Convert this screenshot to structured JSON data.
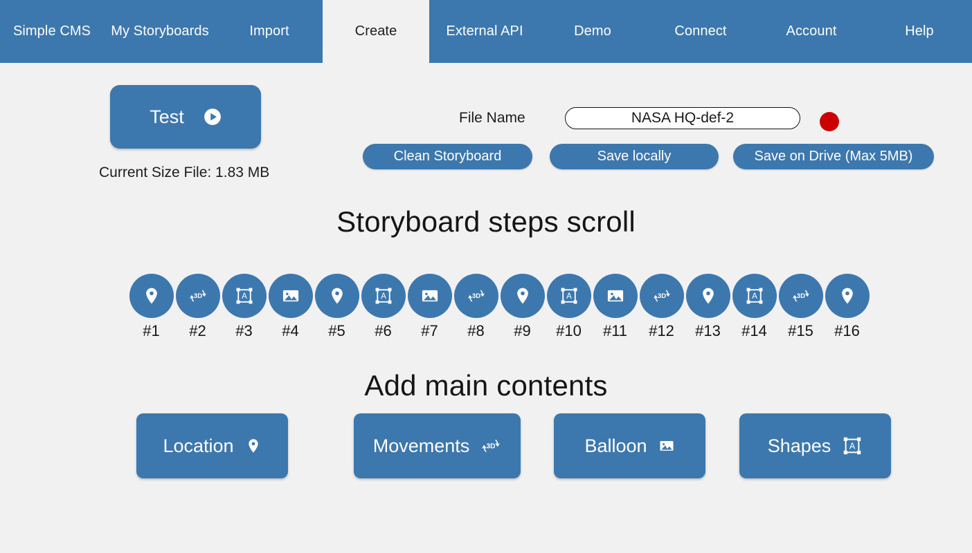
{
  "nav": {
    "items": [
      {
        "label": "Simple CMS",
        "name": "nav-simple-cms",
        "active": false
      },
      {
        "label": "My Storyboards",
        "name": "nav-storyboards",
        "active": false
      },
      {
        "label": "Import",
        "name": "nav-import",
        "active": false
      },
      {
        "label": "Create",
        "name": "nav-create",
        "active": true
      },
      {
        "label": "External API",
        "name": "nav-external-api",
        "active": false
      },
      {
        "label": "Demo",
        "name": "nav-demo",
        "active": false
      },
      {
        "label": "Connect",
        "name": "nav-connect",
        "active": false
      },
      {
        "label": "Account",
        "name": "nav-account",
        "active": false
      },
      {
        "label": "Help",
        "name": "nav-help",
        "active": false
      }
    ]
  },
  "toolbar": {
    "test_label": "Test",
    "test_icon": "play-circle-icon",
    "size_file": "Current Size File:  1.83 MB",
    "filename_label": "File Name",
    "filename_value": "NASA HQ-def-2",
    "filename_placeholder": "File Name",
    "status_dot": "record-status-dot",
    "clean_label": "Clean Storyboard",
    "save_local_label": "Save locally",
    "save_drive_label": "Save on Drive (Max 5MB)"
  },
  "sections": {
    "steps_title": "Storyboard steps scroll",
    "contents_title": "Add main contents"
  },
  "steps": [
    {
      "label": "#1",
      "icon": "location-pin-icon"
    },
    {
      "label": "#2",
      "icon": "movement-3d-icon"
    },
    {
      "label": "#3",
      "icon": "shapes-text-icon"
    },
    {
      "label": "#4",
      "icon": "image-icon"
    },
    {
      "label": "#5",
      "icon": "location-pin-icon"
    },
    {
      "label": "#6",
      "icon": "shapes-text-icon"
    },
    {
      "label": "#7",
      "icon": "image-icon"
    },
    {
      "label": "#8",
      "icon": "movement-3d-icon"
    },
    {
      "label": "#9",
      "icon": "location-pin-icon"
    },
    {
      "label": "#10",
      "icon": "shapes-text-icon"
    },
    {
      "label": "#11",
      "icon": "image-icon"
    },
    {
      "label": "#12",
      "icon": "movement-3d-icon"
    },
    {
      "label": "#13",
      "icon": "location-pin-icon"
    },
    {
      "label": "#14",
      "icon": "shapes-text-icon"
    },
    {
      "label": "#15",
      "icon": "movement-3d-icon"
    },
    {
      "label": "#16",
      "icon": "location-pin-icon"
    }
  ],
  "content_buttons": [
    {
      "label": "Location",
      "icon": "location-pin-icon"
    },
    {
      "label": "Movements",
      "icon": "movement-3d-icon"
    },
    {
      "label": "Balloon",
      "icon": "image-icon"
    },
    {
      "label": "Shapes",
      "icon": "shapes-text-icon"
    }
  ],
  "colors": {
    "brand_blue": "#3c77ad",
    "page_background": "#f1f1f1",
    "status_red": "#cc0000",
    "nav_text": "#ffffff"
  }
}
